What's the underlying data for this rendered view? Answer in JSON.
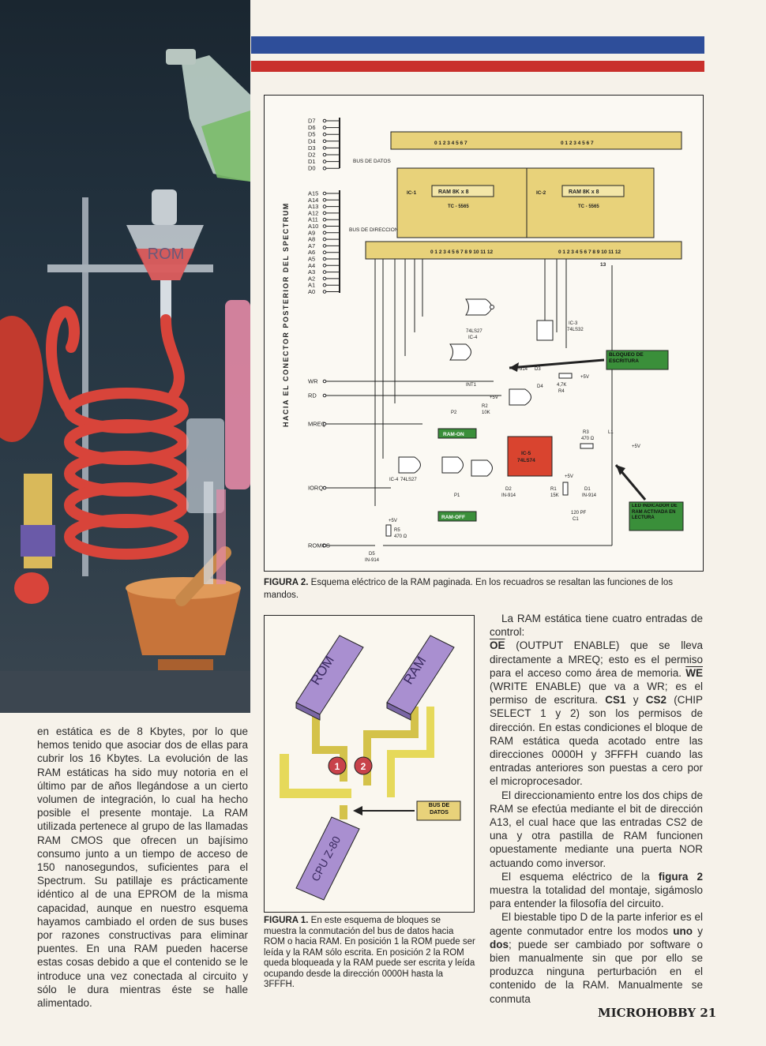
{
  "colors": {
    "stripe_blue": "#2e4e9a",
    "stripe_red": "#c9302c",
    "chip_yellow": "#e8d27a",
    "ic_red": "#d9442f",
    "label_green": "#3a8f3a"
  },
  "illustration": {
    "flask_label": "ROM"
  },
  "figure2": {
    "caption_label": "FIGURA 2.",
    "caption_text": "Esquema eléctrico de la RAM paginada. En los recuadros se resaltan las funciones de los mandos.",
    "side_label": "HACIA EL CONECTOR POSTERIOR DEL SPECTRUM",
    "data_pins": [
      "D7",
      "D6",
      "D5",
      "D4",
      "D3",
      "D2",
      "D1",
      "D0"
    ],
    "addr_pins": [
      "A15",
      "A14",
      "A13",
      "A12",
      "A11",
      "A10",
      "A9",
      "A8",
      "A7",
      "A6",
      "A5",
      "A4",
      "A3",
      "A2",
      "A1",
      "A0"
    ],
    "ctrl_pins": [
      "WR",
      "RD",
      "MREQ",
      "IORQ",
      "ROMCS"
    ],
    "bus_datos": "BUS DE DATOS",
    "bus_dir": "BUS DE DIRECCIONES",
    "data_bus_bits": "0 1 2 3 4 5 6 7",
    "addr_bus_bits": "0 1 2 3 4 5 6 7 8 9 10 11 12",
    "chip1": {
      "id": "IC-1",
      "name": "RAM  8K x 8",
      "part": "TC - 5565"
    },
    "chip2": {
      "id": "IC-2",
      "name": "RAM  8K x 8",
      "part": "TC - 5565"
    },
    "gate_74ls27": "74LS27",
    "ic4": "IC-4",
    "ic3": "IC-3",
    "gate_74ls32": "74LS32",
    "ic5": "IC-5",
    "ic5_part": "74LS74",
    "diode_part": "IN-914",
    "d3": "D3",
    "d4": "D4",
    "d2": "D2",
    "d1": "D1",
    "d5": "D5",
    "r4": "R4",
    "r4_val": "4,7K",
    "r2": "R2",
    "r2_val": "10K",
    "r3": "R3",
    "r3_val": "470 Ω",
    "r1": "R1",
    "r1_val": "15K",
    "r5": "R5",
    "r5_val": "470 Ω",
    "c1": "C1",
    "c1_val": "120 PF",
    "l1": "L1",
    "vcc": "+5V",
    "int1": "INT1",
    "p1": "P1",
    "p2": "P2",
    "btn_on": "RAM-ON",
    "btn_off": "RAM-OFF",
    "box_bloqueo": "BLOQUEO DE ESCRITURA",
    "box_led": "LED INDICADOR DE RAM ACTIVADA EN LECTURA",
    "bit13": "13"
  },
  "figure1": {
    "rom_label": "ROM",
    "ram_label": "RAM",
    "cpu_label": "CPU Z-80",
    "pos1": "1",
    "pos2": "2",
    "bus_label": "BUS DE DATOS",
    "caption_label": "FIGURA 1.",
    "caption_text": "En este esquema de bloques se muestra la conmutación del bus de datos hacia ROM o hacia RAM. En posición 1 la ROM puede ser leída y la RAM sólo escrita. En posición 2 la ROM queda bloqueada y la RAM puede ser escrita y leída ocupando desde la dirección 0000H hasta la 3FFFH."
  },
  "article": {
    "left_column": "en estática es de 8 Kbytes, por lo que hemos tenido que asociar dos de ellas para cubrir los 16 Kbytes. La evolución de las RAM estáticas ha sido muy notoria en el último par de años llegándose a un cierto volumen de integración, lo cual ha hecho posible el presente montaje. La RAM utilizada pertenece al grupo de las llamadas RAM CMOS que ofrecen un bajísimo consumo junto a un tiempo de acceso de 150 nanosegundos, suficientes para el Spectrum. Su patillaje es prácticamente idéntico al de una EPROM de la misma capacidad, aunque en nuestro esquema hayamos cambiado el orden de sus buses por razones constructivas para eliminar puentes. En una RAM pueden hacerse estas cosas debido a que el contenido se le introduce una vez conectada al circuito y sólo le dura mientras éste se halle alimentado.",
    "right_p1": "La RAM estática tiene cuatro entradas de control:",
    "right_oe": "OE",
    "right_p2a": "(OUTPUT ENABLE) que se lleva directamente a MREQ; esto es el permiso para el acceso como área de memoria.",
    "right_we": "WE",
    "right_p2b": "(WRITE ENABLE) que va a WR; es el permiso de escritura.",
    "right_cs1": "CS1",
    "right_y": "y",
    "right_cs2": "CS2",
    "right_p2c": "(CHIP SELECT 1 y 2) son los permisos de dirección. En estas condiciones el bloque de RAM estática queda acotado entre las direcciones 0000H y 3FFFH cuando las entradas anteriores son puestas a cero por el microprocesador.",
    "right_p3": "El direccionamiento entre los dos chips de RAM se efectúa mediante el bit de dirección A13, el cual hace que las entradas CS2 de una y otra pastilla de RAM funcionen opuestamente mediante una puerta NOR actuando como inversor.",
    "right_p4a": "El esquema eléctrico de la",
    "right_figura2": "figura 2",
    "right_p4b": "muestra la totalidad del montaje, sigámoslo para entender la filosofía del circuito.",
    "right_p5a": "El biestable tipo D de la parte inferior es el agente conmutador entre los modos",
    "right_uno": "uno",
    "right_y2": "y",
    "right_dos": "dos",
    "right_p5b": "; puede ser cambiado por software o bien manualmente sin que por ello se produzca ninguna perturbación en el contenido de la RAM. Manualmente se conmuta"
  },
  "footer": {
    "magazine": "MICROHOBBY",
    "page": "21"
  }
}
